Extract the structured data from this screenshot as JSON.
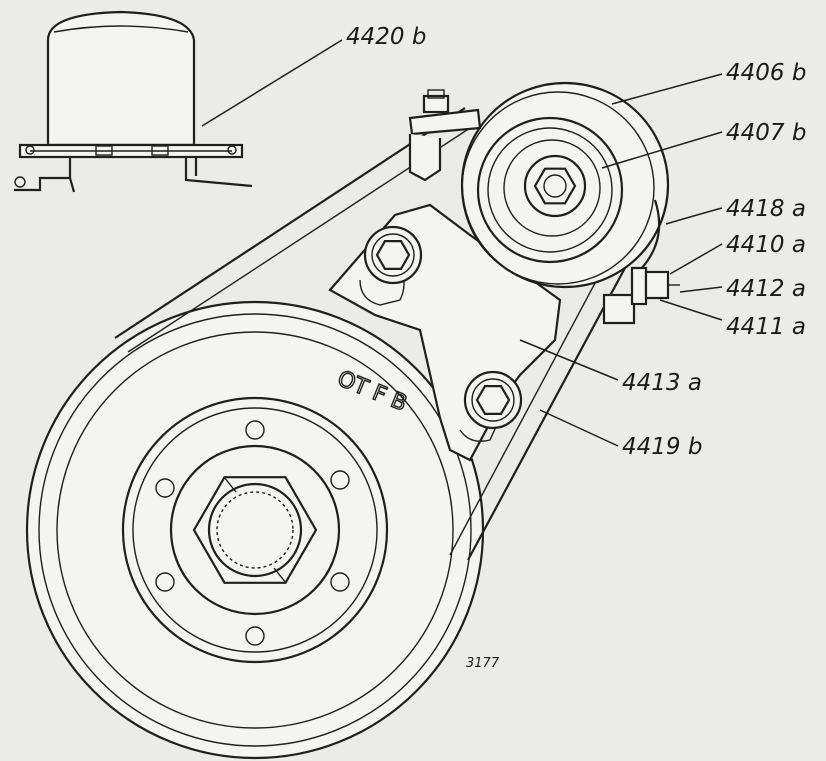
{
  "callouts": [
    {
      "id": "4420b",
      "label": "4420 b"
    },
    {
      "id": "4406b",
      "label": "4406 b"
    },
    {
      "id": "4407b",
      "label": "4407 b"
    },
    {
      "id": "4418a",
      "label": "4418 a"
    },
    {
      "id": "4410a",
      "label": "4410 a"
    },
    {
      "id": "4412a",
      "label": "4412 a"
    },
    {
      "id": "4411a",
      "label": "4411 a"
    },
    {
      "id": "4413a",
      "label": "4413 a"
    },
    {
      "id": "4419b",
      "label": "4419 b"
    }
  ],
  "figure_number": "3177",
  "pulley_stamp": "OT F B",
  "colors": {
    "ink": "#1f1f1f",
    "paper": "#ebebea"
  }
}
